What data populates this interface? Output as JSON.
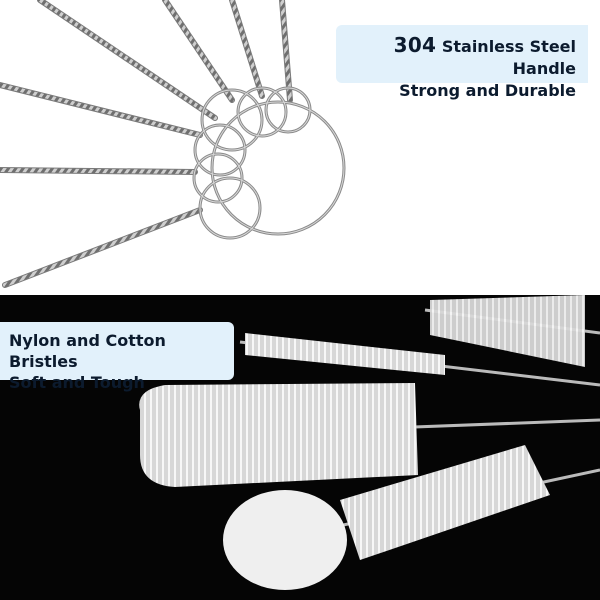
{
  "top_caption": {
    "line1_number": "304",
    "line1_rest": "Stainless Steel Handle",
    "line2": "Strong and Durable"
  },
  "bottom_caption": {
    "line1": "Nylon and Cotton Bristles",
    "line2": "Soft and Tough"
  },
  "colors": {
    "caption_bg": "#e2f1fb",
    "caption_text": "#0c1b2e",
    "top_bg": "#ffffff",
    "bottom_bg": "#050505"
  }
}
